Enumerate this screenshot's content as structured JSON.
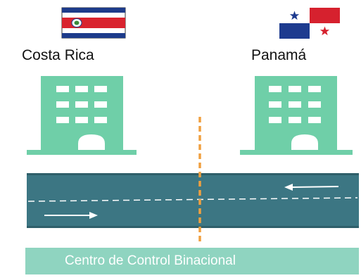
{
  "countries": {
    "left": {
      "name": "Costa Rica",
      "flag": "costa-rica-flag"
    },
    "right": {
      "name": "Panamá",
      "flag": "panama-flag"
    }
  },
  "banner": {
    "text": "Centro de Control Binacional"
  },
  "colors": {
    "building": "#6fcfa8",
    "building_window": "#ffffff",
    "road": "#3c7683",
    "road_edge": "#2f5f6a",
    "road_marking": "#ffffff",
    "border_line": "#f0a040",
    "banner_bg": "#8fd4c0",
    "banner_text": "#ffffff",
    "cr_blue": "#1d3b8a",
    "cr_red": "#d9232e",
    "pa_blue": "#1e3b8f",
    "pa_red": "#d6212e"
  },
  "traffic": {
    "upper_lane_direction": "left",
    "lower_lane_direction": "right"
  }
}
